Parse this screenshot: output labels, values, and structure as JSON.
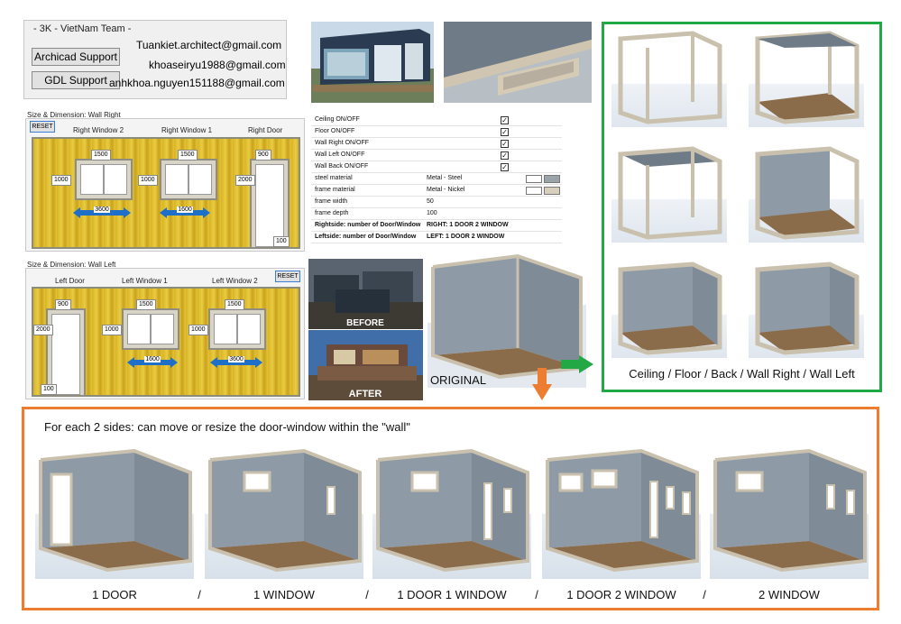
{
  "team": {
    "title": "- 3K - VietNam Team -",
    "archicad_button": "Archicad Support",
    "gdl_button": "GDL Support",
    "emails": [
      "Tuankiet.architect@gmail.com",
      "khoaseiryu1988@gmail.com",
      "anhkhoa.nguyen151188@gmail.com"
    ]
  },
  "wall_right": {
    "title": "Size & Dimension: Wall Right",
    "reset": "RESET",
    "labels": [
      "Right Window 2",
      "Right Window 1",
      "Right Door"
    ],
    "win_width_1": "1500",
    "win_height_1": "1000",
    "win_width_2": "1500",
    "win_height_2": "1000",
    "door_width": "900",
    "door_height": "2000",
    "arrow_1": "3600",
    "arrow_2": "1600",
    "bottom": "100"
  },
  "wall_left": {
    "title": "Size & Dimension: Wall Left",
    "reset": "RESET",
    "labels": [
      "Left Door",
      "Left Window 1",
      "Left Window 2"
    ],
    "door_width": "900",
    "door_height": "2000",
    "win_width_1": "1500",
    "win_height_1": "1000",
    "win_width_2": "1500",
    "win_height_2": "1000",
    "arrow_1": "1600",
    "arrow_2": "3600",
    "bottom": "100"
  },
  "settings": {
    "rows": [
      {
        "key": "Ceiling ON/OFF",
        "checked": true
      },
      {
        "key": "Floor ON/OFF",
        "checked": true
      },
      {
        "key": "Wall Right ON/OFF",
        "checked": true
      },
      {
        "key": "Wall Left ON/OFF",
        "checked": true
      },
      {
        "key": "Wall Back ON/OFF",
        "checked": true
      }
    ],
    "steel_material": {
      "key": "steel material",
      "value": "Metal - Steel",
      "color": "#9aa3a8"
    },
    "frame_material": {
      "key": "frame material",
      "value": "Metal - Nickel",
      "color": "#d8cfbc"
    },
    "frame_width": {
      "key": "frame width",
      "value": "50"
    },
    "frame_depth": {
      "key": "frame depth",
      "value": "100"
    },
    "rightside": {
      "key": "Rightside: number of Door/Window",
      "value": "RIGHT: 1 DOOR 2 WINDOW"
    },
    "leftside": {
      "key": "Leftside: number of Door/Window",
      "value": "LEFT: 1 DOOR 2 WINDOW"
    },
    "check_mark": "✓"
  },
  "photos": {
    "before": "BEFORE",
    "after": "AFTER",
    "original": "ORIGINAL"
  },
  "green": {
    "caption": "Ceiling / Floor / Back / Wall Right / Wall Left",
    "border_color": "#22a845"
  },
  "orange": {
    "heading": "For each 2 sides:  can move or resize the door-window  within the \"wall\"",
    "labels": [
      "1 DOOR",
      "1 WINDOW",
      "1 DOOR 1 WINDOW",
      "1 DOOR 2 WINDOW",
      "2 WINDOW"
    ],
    "separator": "/",
    "border_color": "#ed7d31"
  },
  "colors": {
    "wall_yellow": "#e4c43a",
    "dimension_arrow": "#1d6fc8",
    "container_gray": "#8e9aa6",
    "frame_beige": "#c9c1ae",
    "floor_wood": "#8a6b4a"
  }
}
